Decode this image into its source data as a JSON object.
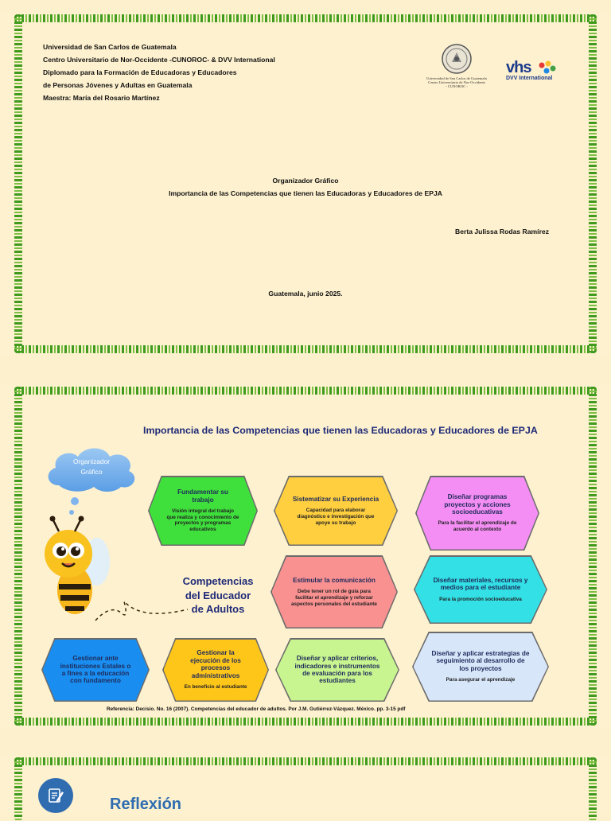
{
  "slide1": {
    "header_lines": [
      "Universidad de San Carlos de Guatemala",
      "Centro Universitario de Nor-Occidente -CUNOROC- & DVV International",
      "Diplomado para la Formación de Educadoras y Educadores",
      "de Personas Jóvenes y Adultas en Guatemala",
      "Maestra: María del Rosario Martínez"
    ],
    "logo_usac_text": "Universidad de San Carlos de Guatemala",
    "logo_usac_sub": "Centro Universitario de Nor-Occidente",
    "logo_usac_tag": "- CUNOROC -",
    "logo_vhs_text": "vhs",
    "logo_vhs_sub": "DVV International",
    "doc_type": "Organizador Gráfico",
    "doc_title": "Importancia de las Competencias que tienen las Educadoras y Educadores de EPJA",
    "author": "Berta Julissa Rodas Ramírez",
    "place_date": "Guatemala, junio 2025."
  },
  "slide2": {
    "title": "Importancia de las Competencias que tienen las Educadoras y Educadores de EPJA",
    "cloud_label": "Organizador Gráfico",
    "center_label": "Competencias del Educador de Adultos",
    "hexes": [
      {
        "title": "Fundamentar su trabajo",
        "body": "Visión integral del trabajo que realiza y conocimiento de proyectos y programas educativos",
        "color": "#3fe03c"
      },
      {
        "title": "Sistematizar su Experiencia",
        "body": "Capacidad para elaborar diagnóstico e investigación que apoye su trabajo",
        "color": "#ffcf3f"
      },
      {
        "title": "Diseñar programas proyectos y acciones socioeducativas",
        "body": "Para la facilitar el aprendizaje de acuerdo al contexto",
        "color": "#f48ef4"
      },
      {
        "title": "Estimular la comunicación",
        "body": "Debe tener un rol de guía para facilitar el aprendizaje y reforzar aspectos personales del estudiante",
        "color": "#f99191"
      },
      {
        "title": "Diseñar materiales, recursos y medios para el estudiante",
        "body": "Para la promoción socioeducativa",
        "color": "#33e0e6"
      },
      {
        "title": "Gestionar ante instituciones Estales o a fines a la educación con fundamento",
        "body": "",
        "color": "#1a8ef0"
      },
      {
        "title": "Gestionar la ejecución de los procesos administrativos",
        "body": "En beneficio al estudiante",
        "color": "#ffc61a"
      },
      {
        "title": "Diseñar y aplicar criterios, indicadores e instrumentos de evaluación para los estudiantes",
        "body": "",
        "color": "#c8f590"
      },
      {
        "title": "Diseñar y aplicar estrategias de seguimiento al desarrollo de los proyectos",
        "body": "Para asegurar el aprendizaje",
        "color": "#d8e6fa"
      }
    ],
    "reference": "Referencia:   Decisio. No. 16 (2007).  Competencias del educador de adultos. Por J.M. Gutiérrez-Vázquez.  México. pp. 3-15 pdf"
  },
  "slide3": {
    "title": "Reflexión"
  },
  "colors": {
    "vine_dark": "#3f9a1e",
    "vine_light": "#7cc043",
    "title_blue": "#1e2a78",
    "background": "#fef1cf"
  }
}
